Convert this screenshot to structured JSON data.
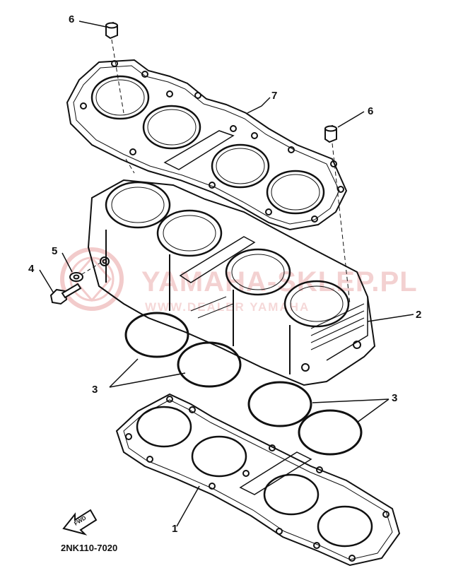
{
  "callouts": {
    "c1": "1",
    "c2": "2",
    "c3a": "3",
    "c3b": "3",
    "c4": "4",
    "c5": "5",
    "c6a": "6",
    "c6b": "6",
    "c7": "7"
  },
  "ref_code": "2NK110-7020",
  "fwd_label": "FWD",
  "watermark": {
    "main": "YAMAHA-SKLEP.PL",
    "sub": "WWW.DEALER YAMAHA",
    "color": "#e8a0a0"
  },
  "colors": {
    "line": "#111111",
    "background": "#ffffff"
  }
}
